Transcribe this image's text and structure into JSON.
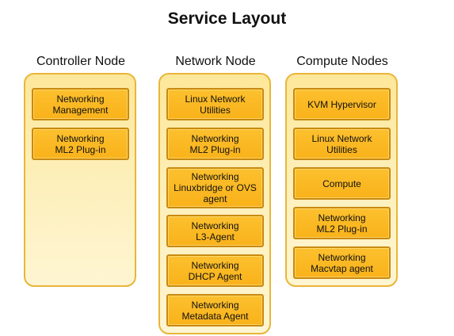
{
  "title": "Service Layout",
  "columns": [
    {
      "label": "Controller Node",
      "services": [
        "Networking\nManagement",
        "Networking\nML2 Plug-in"
      ]
    },
    {
      "label": "Network Node",
      "services": [
        "Linux Network\nUtilities",
        "Networking\nML2 Plug-in",
        "Networking\nLinuxbridge or OVS\nagent",
        "Networking\nL3-Agent",
        "Networking\nDHCP Agent",
        "Networking\nMetadata Agent"
      ]
    },
    {
      "label": "Compute Nodes",
      "services": [
        "KVM Hypervisor",
        "Linux Network\nUtilities",
        "Compute",
        "Networking\nML2 Plug-in",
        "Networking\nMacvtap agent"
      ]
    }
  ]
}
